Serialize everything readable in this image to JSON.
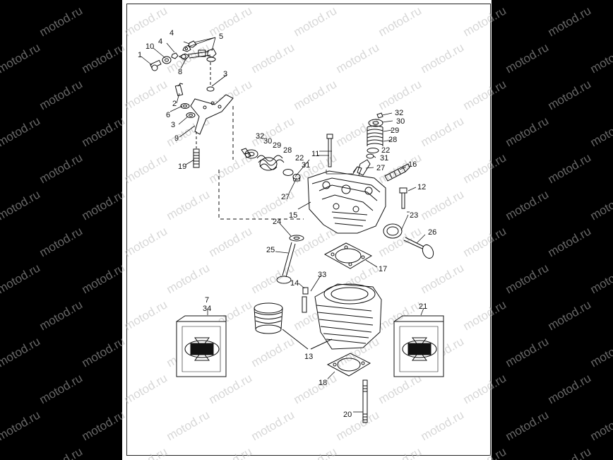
{
  "watermark": "motod.ru",
  "callouts": {
    "c1": "1",
    "c2": "2",
    "c3a": "3",
    "c3b": "3",
    "c4a": "4",
    "c4b": "4",
    "c5": "5",
    "c6": "6",
    "c7": "7",
    "c8": "8",
    "c9": "9",
    "c10": "10",
    "c11": "11",
    "c12": "12",
    "c13": "13",
    "c14": "14",
    "c15": "15",
    "c16": "16",
    "c17": "17",
    "c18": "18",
    "c19": "19",
    "c20": "20",
    "c21": "21",
    "c22a": "22",
    "c22b": "22",
    "c23": "23",
    "c24": "24",
    "c25": "25",
    "c26": "26",
    "c27a": "27",
    "c27b": "27",
    "c28a": "28",
    "c28b": "28",
    "c29a": "29",
    "c29b": "29",
    "c30a": "30",
    "c30b": "30",
    "c31a": "31",
    "c31b": "31",
    "c32a": "32",
    "c32b": "32",
    "c33": "33",
    "c34": "34"
  },
  "colors": {
    "background": "#000000",
    "sheet": "#ffffff",
    "ink": "#111111",
    "watermark": "#b8b8b8"
  }
}
